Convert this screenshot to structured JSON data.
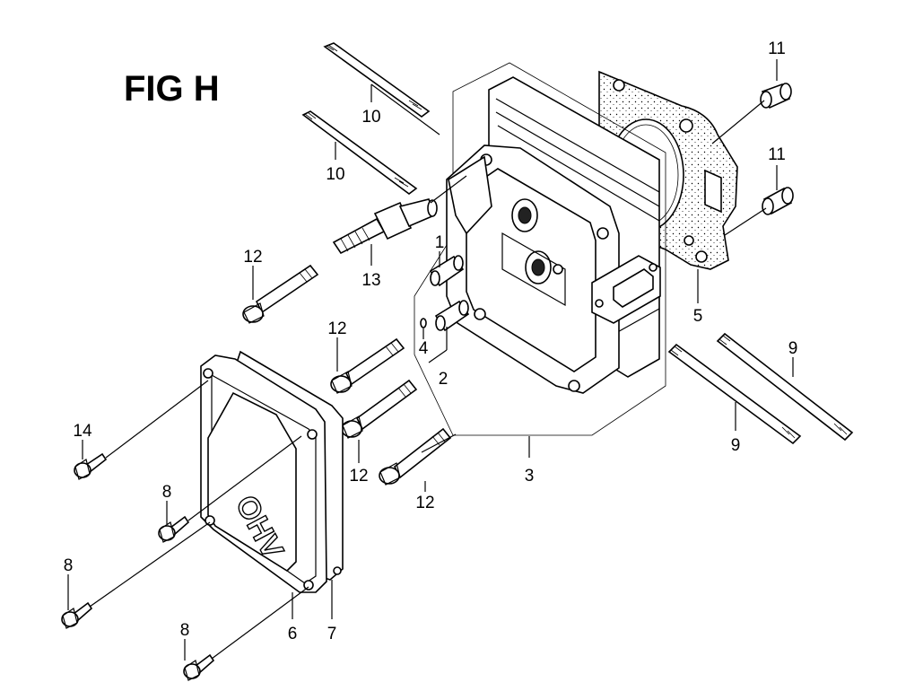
{
  "figure": {
    "title": "FIG H",
    "cover_embossed_text": "OHV",
    "callouts": [
      {
        "id": "c-11a",
        "label": "11"
      },
      {
        "id": "c-11b",
        "label": "11"
      },
      {
        "id": "c-10a",
        "label": "10"
      },
      {
        "id": "c-10b",
        "label": "10"
      },
      {
        "id": "c-12a",
        "label": "12"
      },
      {
        "id": "c-13",
        "label": "13"
      },
      {
        "id": "c-1",
        "label": "1"
      },
      {
        "id": "c-4",
        "label": "4"
      },
      {
        "id": "c-2",
        "label": "2"
      },
      {
        "id": "c-5",
        "label": "5"
      },
      {
        "id": "c-12b",
        "label": "12"
      },
      {
        "id": "c-9a",
        "label": "9"
      },
      {
        "id": "c-9b",
        "label": "9"
      },
      {
        "id": "c-14",
        "label": "14"
      },
      {
        "id": "c-12c",
        "label": "12"
      },
      {
        "id": "c-3",
        "label": "3"
      },
      {
        "id": "c-12d",
        "label": "12"
      },
      {
        "id": "c-8a",
        "label": "8"
      },
      {
        "id": "c-8b",
        "label": "8"
      },
      {
        "id": "c-6",
        "label": "6"
      },
      {
        "id": "c-7",
        "label": "7"
      },
      {
        "id": "c-8c",
        "label": "8"
      }
    ]
  }
}
